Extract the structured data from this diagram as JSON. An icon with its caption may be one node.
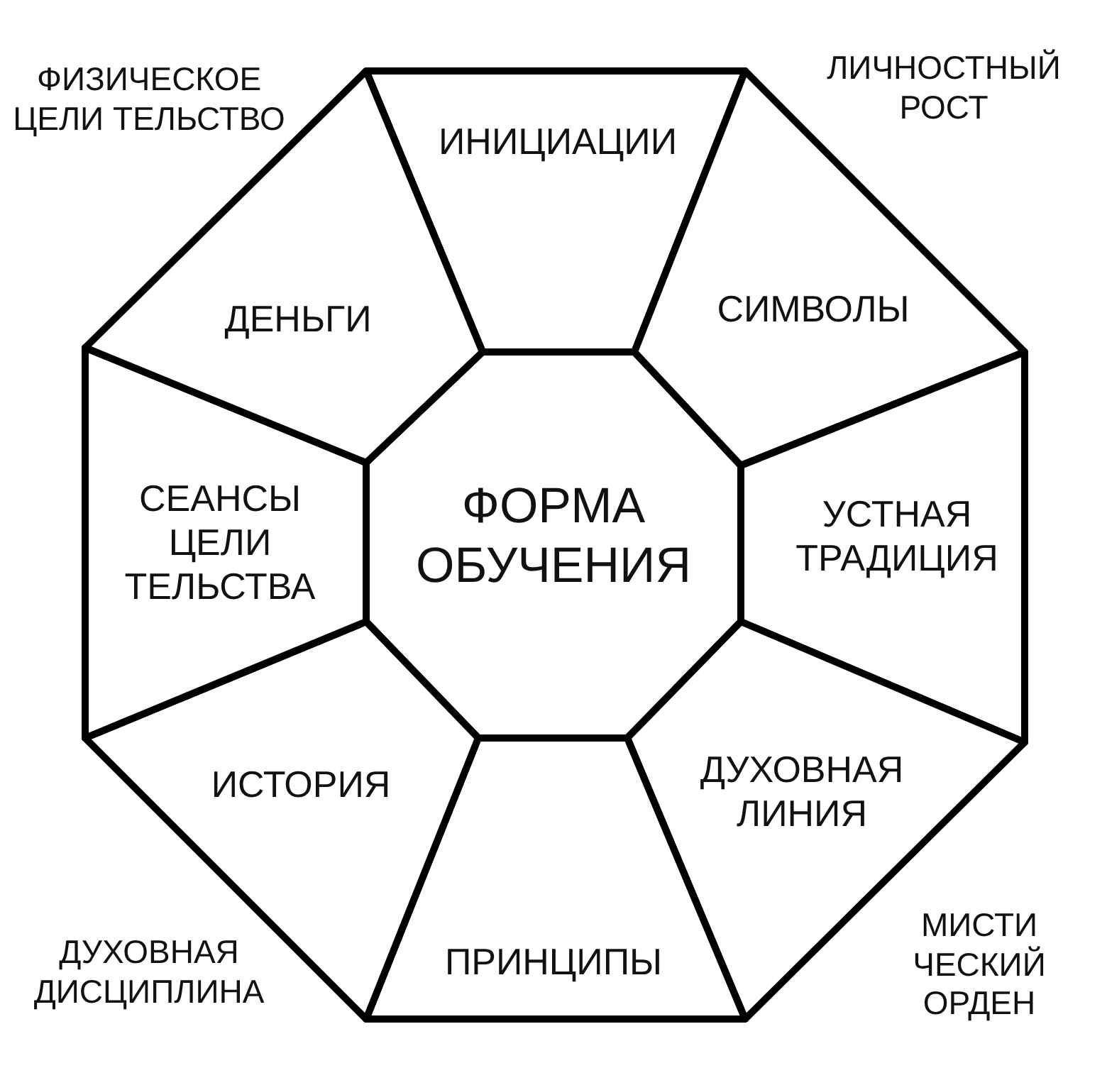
{
  "diagram": {
    "nodes": [
      {
        "text": [
          "ФОРМА ОБУЧЕНИЯ"
        ]
      },
      {
        "text": [
          "ИНИЦИАЦИИ"
        ]
      },
      {
        "text": [
          "СИМВОЛЫ"
        ]
      },
      {
        "text": [
          "УСТНАЯ ТРАДИЦИЯ"
        ]
      },
      {
        "text": [
          "ДУХОВНАЯ ЛИНИЯ"
        ]
      },
      {
        "text": [
          "ПРИНЦИПЫ"
        ]
      },
      {
        "text": [
          "ИСТОРИЯ"
        ]
      },
      {
        "text": [
          "СЕАНСЫ ЦЕЛИ ТЕЛЬСТВА"
        ]
      },
      {
        "text": [
          "ДЕНЬГИ"
        ]
      }
    ],
    "edges": [],
    "labels": [
      "ФИЗИЧЕСКОЕ ЦЕЛИ ТЕЛЬСТВО",
      "ЛИЧНОСТНЫЙ РОСТ",
      "ДУХОВНАЯ ДИСЦИПЛИНА",
      "МИСТИ ЧЕСКИЙ ОРДЕН"
    ]
  }
}
